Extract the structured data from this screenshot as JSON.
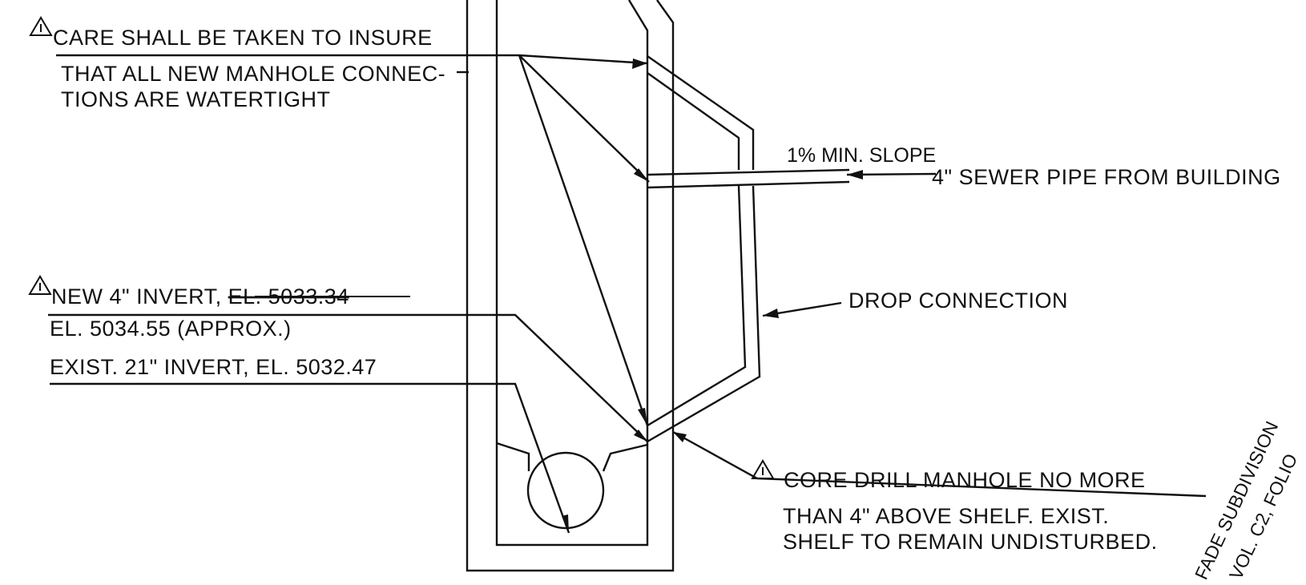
{
  "colors": {
    "ink": "#111111",
    "paper": "#ffffff"
  },
  "icons": {
    "revision_marker": "revision-triangle-icon"
  },
  "notes": {
    "watertight": {
      "line1": "CARE SHALL BE TAKEN TO INSURE",
      "line2": "THAT ALL NEW MANHOLE CONNEC-",
      "line3": "TIONS ARE WATERTIGHT"
    },
    "slope": "1% MIN. SLOPE",
    "sewer_pipe": "4\" SEWER PIPE FROM BUILDING",
    "new_invert": {
      "prefix": "NEW 4\" INVERT, ",
      "struck": "EL. 5033.34",
      "line2": "EL. 5034.55 (APPROX.)"
    },
    "exist_invert": "EXIST. 21\" INVERT, EL. 5032.47",
    "drop_connection": "DROP CONNECTION",
    "core_drill": {
      "line1": "CORE DRILL MANHOLE NO MORE",
      "line2": "THAN 4\" ABOVE SHELF. EXIST.",
      "line3": "SHELF TO REMAIN UNDISTURBED."
    }
  },
  "rotated_text": {
    "line1": "FADE SUBDIVISION",
    "line2": "VOL. C2, FOLIO"
  }
}
